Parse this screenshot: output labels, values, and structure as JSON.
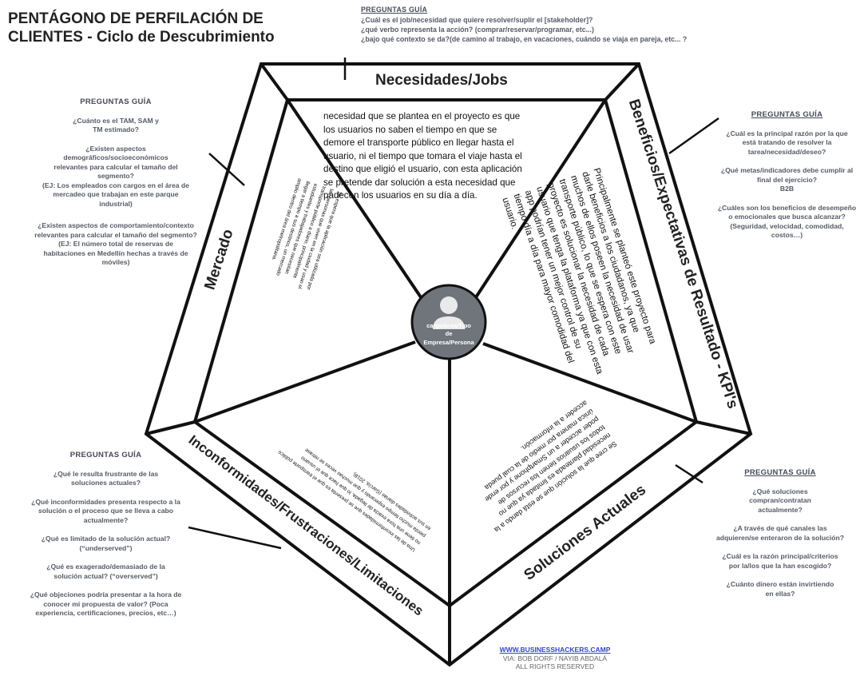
{
  "title": "PENTÁGONO DE PERFILACIÓN DE CLIENTES - Ciclo de Descubrimiento",
  "top_guide": {
    "heading": "PREGUNTAS GUÍA",
    "lines": [
      "¿Cuál es el job/necesidad que quiere resolver/suplir el [stakeholder]?",
      "¿qué verbo representa la acción? (comprar/reservar/programar, etc...)",
      "¿bajo qué contexto se da?(de camino al trabajo, en vacaciones, cuándo se viaja en pareja, etc... ?"
    ]
  },
  "left_guide_market": {
    "heading": "PREGUNTAS GUÍA",
    "q1": "¿Cuánto es el TAM, SAM y TM estimado?",
    "q2": "¿Existen aspectos demográficos/socioeconómicos relevantes para calcular el tamaño del segmento?",
    "q2_example": "(EJ: Los  empleados con cargos en el área de mercadeo  que trabajan en este parque industrial)",
    "q3": "¿Existen aspectos de comportamiento/contexto relevantes para calcular el tamaño del segmento?",
    "q3_example": "(EJ:  El número total de reservas de habitaciones en Medellín hechas a través de móviles)"
  },
  "right_guide_benefits": {
    "heading": "PREGUNTAS GUÍA",
    "q1": "¿Cuál es la principal razón por la que está tratando de resolver la tarea/necesidad/deseo?",
    "q2": "¿Qué metas/indicadores debe cumplir al final del ejercicio?",
    "q2_tag": "B2B",
    "q3": "¿Cuáles son los beneficios de desempeño o emocionales que busca alcanzar? (Seguridad, velocidad, comodidad, costos…)"
  },
  "left_guide_frustrations": {
    "heading": "PREGUNTAS GUÍA",
    "q1": "¿Qué le resulta frustrante de las soluciones actuales?",
    "q2": "¿Qué inconformidades presenta respecto a la solución o el proceso que se lleva a cabo actualmente?",
    "q3": "¿Qué es limitado de la solución actual? (“underserved”)",
    "q4": "¿Qué es exagerado/demasiado de la solución actual? (“overserved”)",
    "q5": "¿Qué objeciones podría presentar a la hora de conocer mi propuesta de valor? (Poca experiencia, certificaciones, precios, etc…)"
  },
  "right_guide_solutions": {
    "heading": "PREGUNTAS GUÍA",
    "q1": "¿Qué soluciones compran/contratan actualmente?",
    "q2": "¿A través de qué canales las adquieren/se enteraron de la solución?",
    "q3": "¿Cuál es la razón principal/criterios por la/los que la han escogido?",
    "q4": "¿Cuánto dinero están invirtiendo en ellas?"
  },
  "sections": {
    "needs": "Necesidades/Jobs",
    "benefits": "Beneficios/Expectativas de Resultado - KPI's",
    "solutions": "Soluciones Actuales",
    "frustrations": "Inconformidades/Frustraciones/Limitaciones",
    "market": "Mercado"
  },
  "center_label": [
    "cargo/área/Tipo",
    "de",
    "Empresa/Persona"
  ],
  "needs_text": [
    "necesidad  que se plantea en el proyecto es que",
    "los usuarios no saben el tiempo en que se",
    "demore el transporte público en llegar hasta el",
    "usuario, ni el tiempo que tomara el viaje hasta el",
    "destino que eligió el usuario, con esta aplicación",
    "se pretende dar solución a esta necesidad que",
    "padecen los usuarios en su día a día."
  ],
  "benefits_text": [
    "Principalmente se planteó este proyecto para",
    "darle beneficios a los ciudadanos, ya que",
    "muchos de ellos poseen la necesidad de usar",
    "transporte público, lo que se espera con este",
    "proyecto es solucionar la necesidad de cada",
    "usuario que tenga la plataforma ya que con esta",
    "app podrían tener un mejor control de su",
    "tiempo día a día para mayor comodidad del",
    "usuario."
  ],
  "solutions_text": [
    "Se cree que la solución que se está dando a la",
    "necesidad planteada es limitada ya que no",
    "todos los usuarios tienen los recursos de",
    "poder acceder a un Smartphone y por ende",
    "única manera por medio de la cual pueda",
    "acceder a la información."
  ],
  "frustrations_text": [
    "Una de las inconformidades que se presenta es que el transporte público",
    "no tiene una hora exacta de llegada, lo que hace que el usuario",
    "pierda mucho tiempo esperando y que muchas veces se retrase",
    "en sus actividades diarias (García, 2018)."
  ],
  "market_text": [
    "Se espera que la aplicación sea utilizada por",
    "las personas que viven en la ciudad y usan el",
    "transporte público a diario, principalmente",
    "estudiantes y trabajadores que necesitan",
    "llegar a tiempo a sus destinos, un mercado",
    "amplio dentro del área metropolitana."
  ],
  "credit": {
    "url": "WWW.BUSINESSHACKERS.CAMP",
    "via": "VIA: BOB DORF / NAYIB ABDALÁ",
    "rights": "ALL RIGHTS RESERVED"
  },
  "colors": {
    "guide_text": "#555a66",
    "link": "#3344cc",
    "lines": "#111111",
    "avatar": "#7a7f86"
  }
}
